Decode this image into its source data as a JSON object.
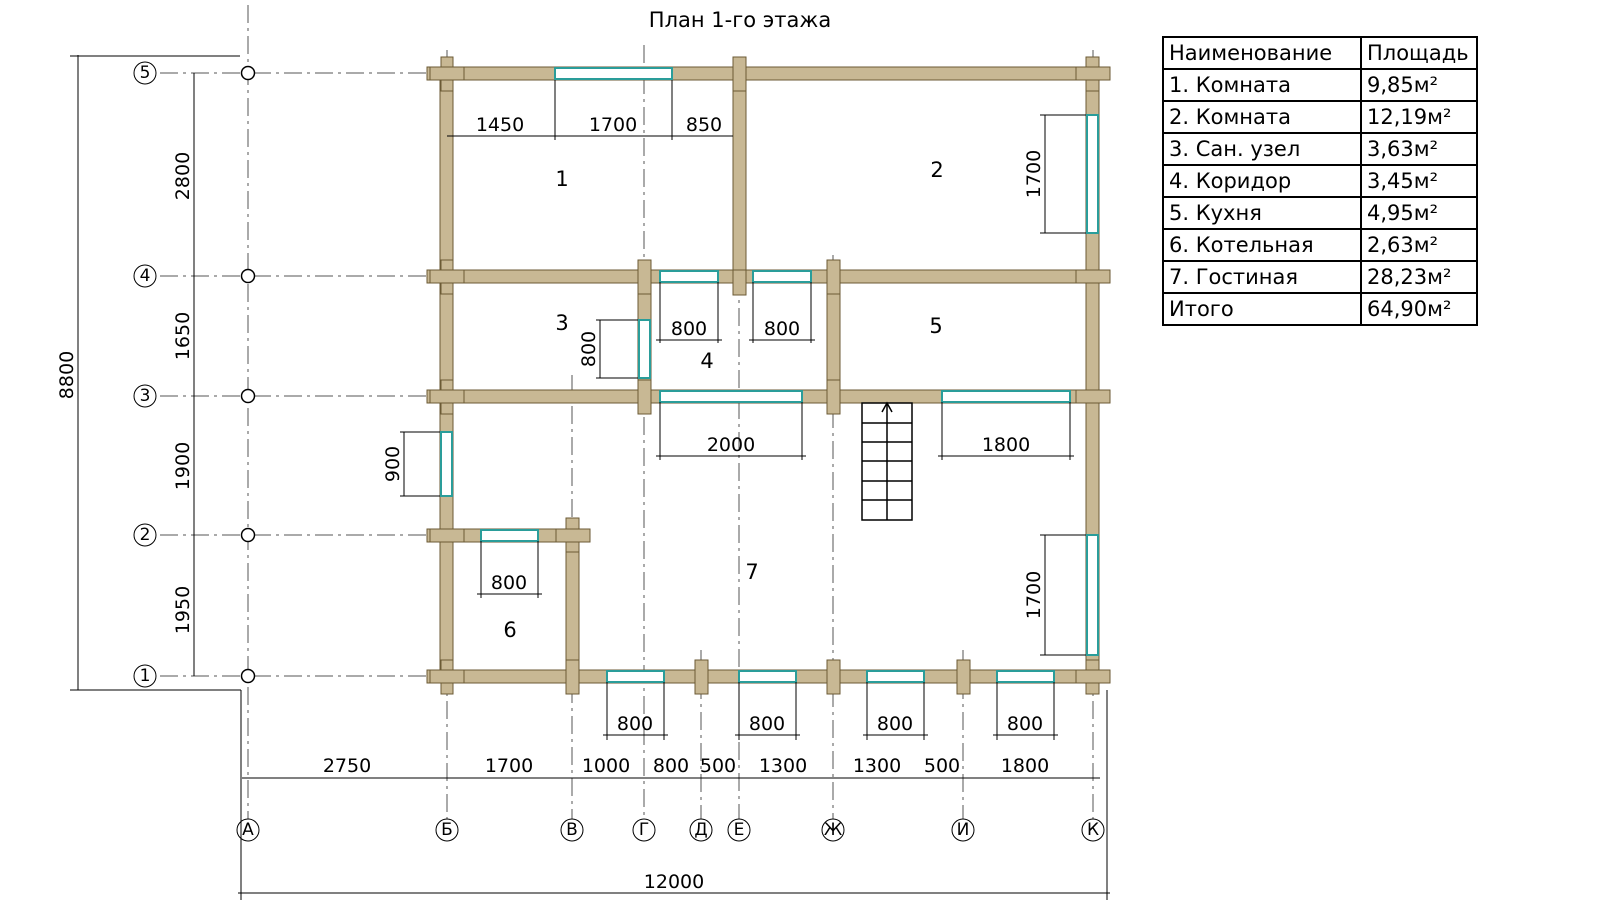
{
  "title": "План 1-го этажа",
  "colors": {
    "wall": "#c8b894",
    "window": "#2a9d9a"
  },
  "axes": {
    "letters": [
      "А",
      "Б",
      "В",
      "Г",
      "Д",
      "Е",
      "Ж",
      "И",
      "К"
    ],
    "numbers": [
      "1",
      "2",
      "3",
      "4",
      "5"
    ]
  },
  "rooms": [
    "1",
    "2",
    "3",
    "4",
    "5",
    "6",
    "7"
  ],
  "dims": {
    "overall_width": "12000",
    "overall_height": "8800",
    "bottom": [
      "2750",
      "1700",
      "1000",
      "800",
      "500",
      "1300",
      "1300",
      "500",
      "1800"
    ],
    "left": [
      "1950",
      "1900",
      "1650",
      "2800"
    ],
    "top_windows": [
      "1450",
      "1700",
      "850"
    ],
    "room2_window": "1700",
    "corridor_doors": [
      "800",
      "800"
    ],
    "wc_door": "800",
    "living_upper": [
      "2000",
      "1800"
    ],
    "left_window": "900",
    "boiler_door": "800",
    "right_window": "1700",
    "bottom_windows": [
      "800",
      "800",
      "800",
      "800"
    ]
  },
  "table": {
    "headers": [
      "Наименование",
      "Площадь"
    ],
    "rows": [
      [
        "1. Комната",
        "9,85м²"
      ],
      [
        "2. Комната",
        "12,19м²"
      ],
      [
        "3. Сан. узел",
        "3,63м²"
      ],
      [
        "4. Коридор",
        "3,45м²"
      ],
      [
        "5. Кухня",
        "4,95м²"
      ],
      [
        "6. Котельная",
        "2,63м²"
      ],
      [
        "7. Гостиная",
        "28,23м²"
      ],
      [
        "Итого",
        "64,90м²"
      ]
    ]
  }
}
